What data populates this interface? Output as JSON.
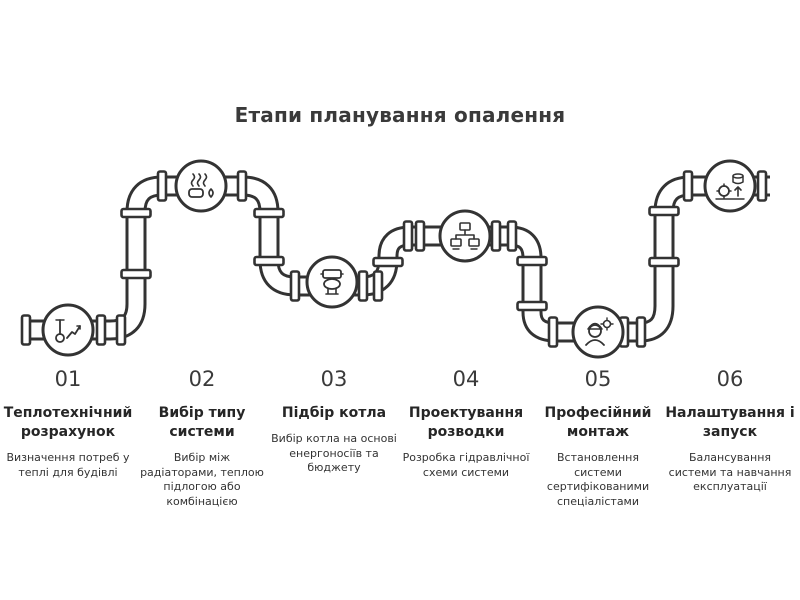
{
  "title": "Етапи планування опалення",
  "steps": [
    {
      "num": "01",
      "title": "Теплотехнічний розрахунок",
      "desc": "Визначення потреб у теплі для будівлі",
      "icon": "thermometer-chart-icon"
    },
    {
      "num": "02",
      "title": "Вибір типу системи",
      "desc": "Вибір між радіаторами, теплою підлогою або комбінацією",
      "icon": "radiator-floor-icon"
    },
    {
      "num": "03",
      "title": "Підбір котла",
      "desc": "Вибір котла на основі енергоносіїв та бюджету",
      "icon": "boiler-icon"
    },
    {
      "num": "04",
      "title": "Проектування розводки",
      "desc": "Розробка гідравлічної схеми системи",
      "icon": "network-scheme-icon"
    },
    {
      "num": "05",
      "title": "Професійний монтаж",
      "desc": "Встановлення системи сертифікованими спеціалістами",
      "icon": "engineer-gear-icon"
    },
    {
      "num": "06",
      "title": "Налаштування і запуск",
      "desc": "Балансування системи та навчання експлуатації",
      "icon": "balance-gears-icon"
    }
  ],
  "colors": {
    "pipe_fill": "#ffffff",
    "pipe_stroke": "#333333",
    "text": "#2e2e2e"
  }
}
